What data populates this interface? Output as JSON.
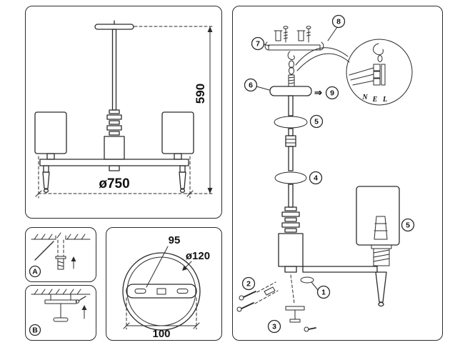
{
  "chandelier": {
    "height": "590",
    "diameter": "ø750"
  },
  "steps": {
    "a": "A",
    "b": "B"
  },
  "plate": {
    "width_top": "95",
    "diameter": "ø120",
    "width_bottom": "100"
  },
  "assembly": {
    "c1": "1",
    "c2": "2",
    "c3": "3",
    "c4": "4",
    "c5": "5",
    "c6": "6",
    "c7": "7",
    "c8": "8",
    "c9": "9",
    "arrow": "⇒",
    "wire_n": "N",
    "wire_e": "E",
    "wire_l": "L"
  }
}
